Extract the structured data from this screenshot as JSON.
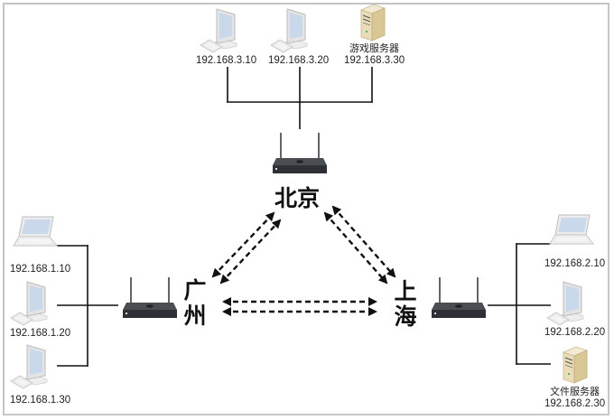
{
  "diagram": {
    "type": "network-topology",
    "sites": [
      {
        "id": "beijing",
        "name": "北京",
        "devices": [
          {
            "type": "desktop",
            "ip": "192.168.3.10"
          },
          {
            "type": "desktop",
            "ip": "192.168.3.20"
          },
          {
            "type": "server",
            "role": "游戏服务器",
            "ip": "192.168.3.30"
          }
        ]
      },
      {
        "id": "guangzhou",
        "name": "广州",
        "devices": [
          {
            "type": "laptop",
            "ip": "192.168.1.10"
          },
          {
            "type": "desktop",
            "ip": "192.168.1.20"
          },
          {
            "type": "desktop",
            "ip": "192.168.1.30"
          }
        ]
      },
      {
        "id": "shanghai",
        "name": "上海",
        "devices": [
          {
            "type": "laptop",
            "ip": "192.168.2.10"
          },
          {
            "type": "desktop",
            "ip": "192.168.2.20"
          },
          {
            "type": "server",
            "role": "文件服务器",
            "ip": "192.168.2.30"
          }
        ]
      }
    ],
    "links": [
      {
        "from": "guangzhou",
        "to": "beijing",
        "style": "dashed",
        "bidirectional": true,
        "count": 2
      },
      {
        "from": "beijing",
        "to": "shanghai",
        "style": "dashed",
        "bidirectional": true,
        "count": 2
      },
      {
        "from": "guangzhou",
        "to": "shanghai",
        "style": "dashed",
        "bidirectional": true,
        "count": 2
      }
    ],
    "colors": {
      "line": "#111111",
      "router_body": "#3a3d42",
      "screen": "#c9d8ea",
      "server_body": "#e6d7b3",
      "frame": "#c4c4c4"
    }
  }
}
